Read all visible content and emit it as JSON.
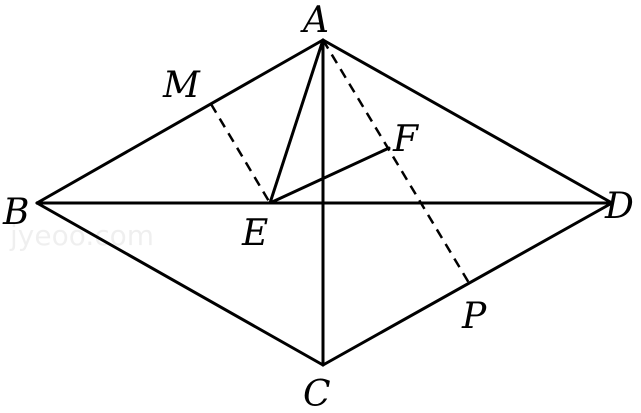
{
  "diagram": {
    "points": {
      "A": "A",
      "B": "B",
      "C": "C",
      "D": "D",
      "E": "E",
      "F": "F",
      "M": "M",
      "P": "P"
    },
    "watermark": "jyeoo.com"
  }
}
